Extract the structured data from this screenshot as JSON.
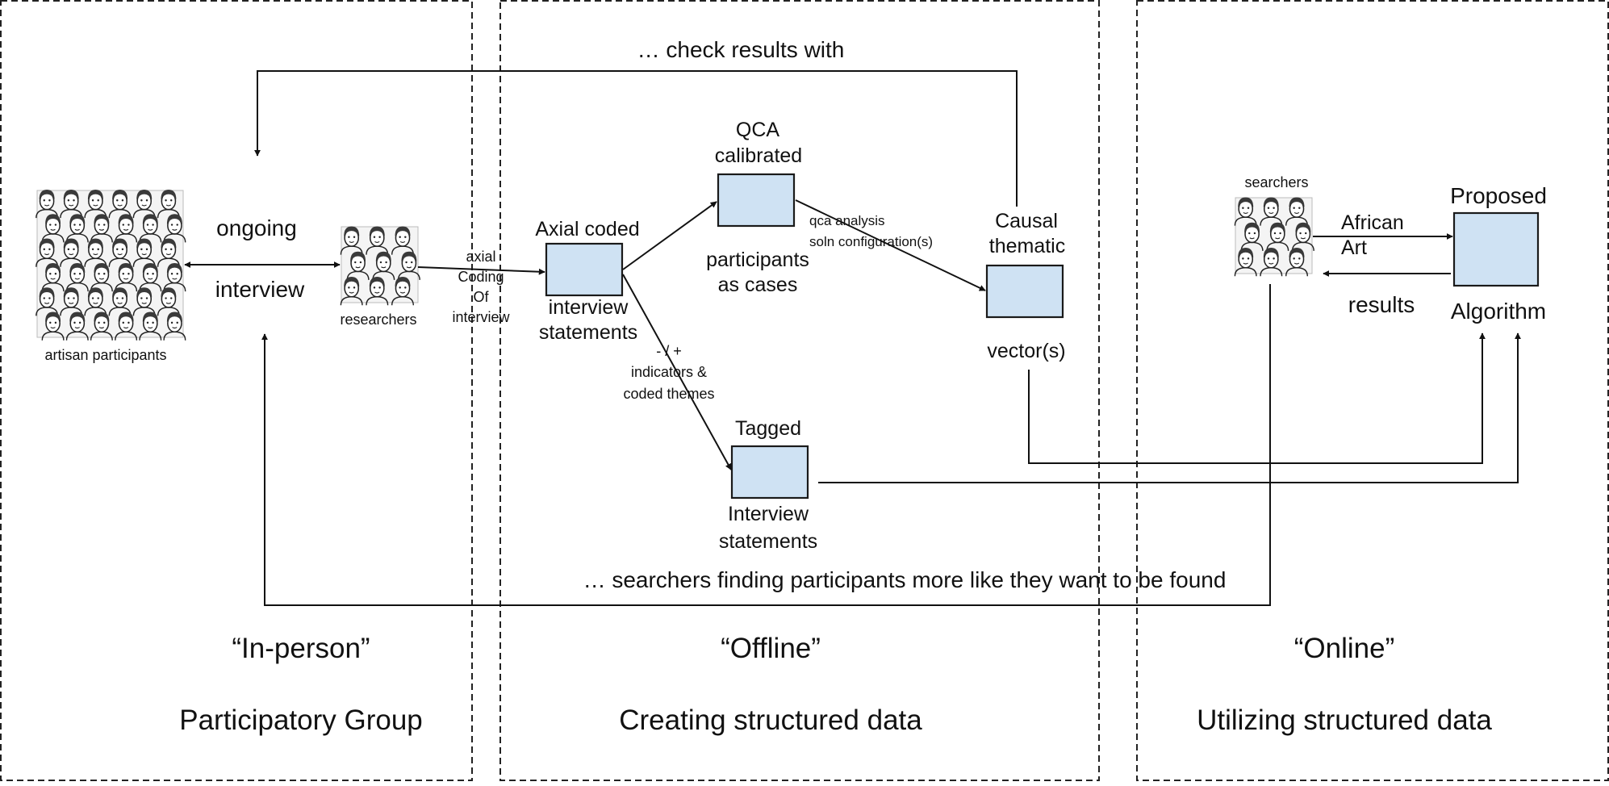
{
  "colors": {
    "box_fill": "#cfe2f3",
    "box_stroke": "#1a1a1a",
    "line": "#111111",
    "panel_border": "#222222"
  },
  "sections": {
    "in_person": {
      "title": "“In-person”",
      "subtitle": "Participatory Group"
    },
    "offline": {
      "title": "“Offline”",
      "subtitle": "Creating structured data"
    },
    "online": {
      "title": "“Online”",
      "subtitle": "Utilizing structured data"
    }
  },
  "images": {
    "artisans": {
      "icon": "crowd-sketch-icon",
      "caption": "artisan participants"
    },
    "researchers": {
      "icon": "faces-sketch-icon",
      "caption": "researchers"
    },
    "searchers": {
      "icon": "faces-sketch-icon",
      "caption": "searchers"
    }
  },
  "labels": {
    "ongoing": "ongoing",
    "interview": "interview",
    "axial_coding": [
      "axial",
      "Coding",
      "Of",
      "interview"
    ],
    "axial_coded": "Axial coded",
    "interview_statements": [
      "interview",
      "statements"
    ],
    "qca_title": [
      "QCA",
      "calibrated"
    ],
    "participants_cases": [
      "participants",
      "as cases"
    ],
    "qca_analysis": [
      "qca analysis",
      "soln configuration(s)"
    ],
    "causal_thematic": [
      "Causal",
      "thematic"
    ],
    "vectors": "vector(s)",
    "indicators": [
      "- / +",
      "indicators &",
      "coded themes"
    ],
    "tagged": "Tagged",
    "tagged_statements": [
      "Interview",
      "statements"
    ],
    "check_results": "… check results with",
    "searchers_finding": "… searchers finding participants more like they want to be found",
    "african_art": [
      "African",
      "Art"
    ],
    "results": "results",
    "proposed": "Proposed",
    "algorithm": "Algorithm"
  }
}
